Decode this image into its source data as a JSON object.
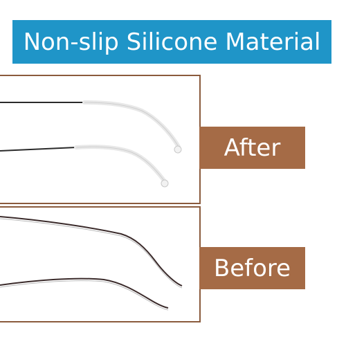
{
  "header": {
    "title": "Non-slip Silicone Material",
    "background": "#1f95c8"
  },
  "labels": {
    "after": "After",
    "before": "Before",
    "color": "#a56b46"
  },
  "panels": {
    "border_color": "#8a5a3c"
  }
}
